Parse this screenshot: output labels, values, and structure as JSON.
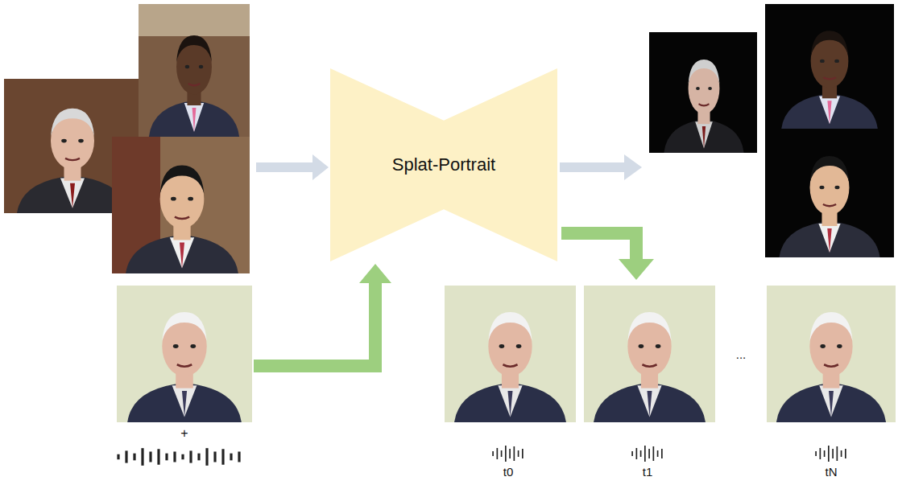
{
  "diagram": {
    "nodes": [
      {
        "text": [
          "Splat-Portrait"
        ]
      }
    ],
    "labels": [
      "+",
      "t0",
      "t1",
      "...",
      "tN"
    ]
  }
}
